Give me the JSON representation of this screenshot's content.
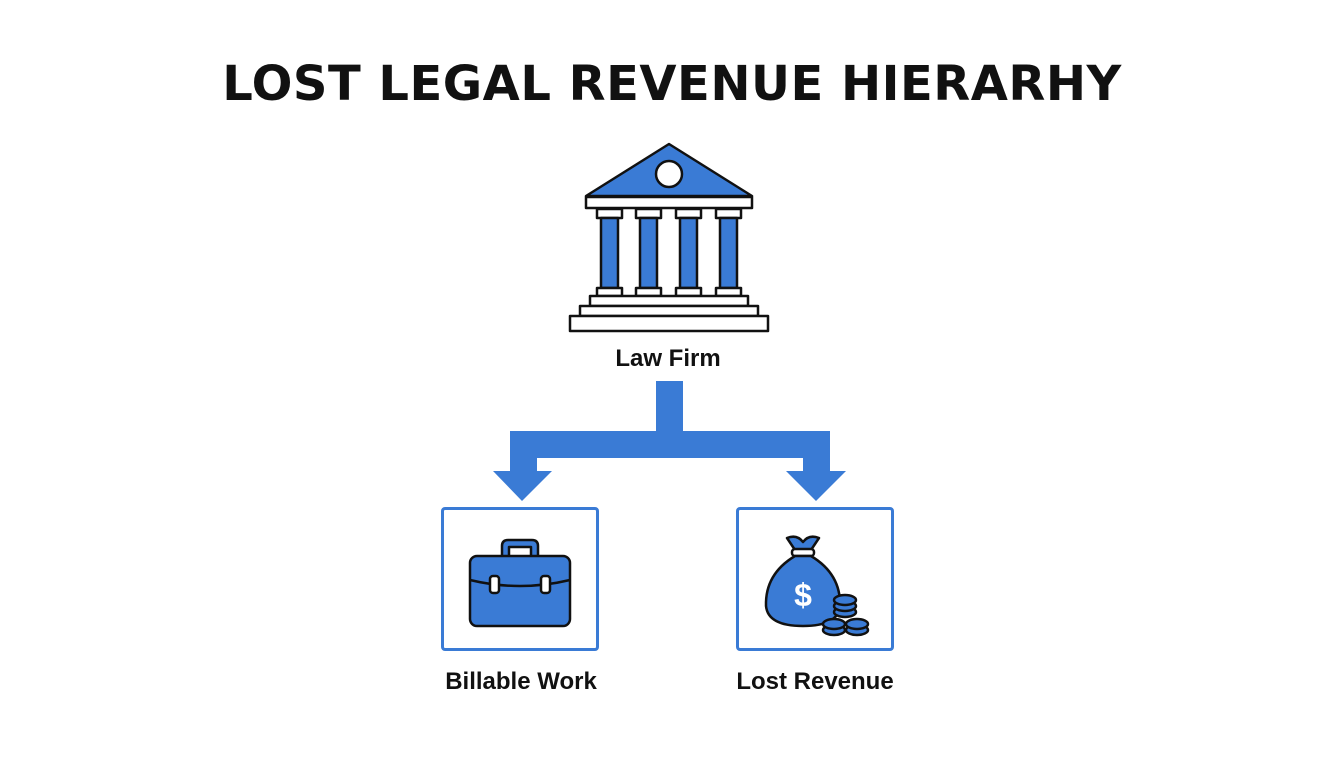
{
  "title": "LOST LEGAL REVENUE HIERARHY",
  "colors": {
    "accent": "#3a7bd5",
    "outline": "#111111",
    "background": "#ffffff"
  },
  "root": {
    "label": "Law Firm",
    "icon": "courthouse-icon"
  },
  "children": [
    {
      "label": "Billable Work",
      "icon": "briefcase-icon"
    },
    {
      "label": "Lost Revenue",
      "icon": "money-bag-icon"
    }
  ],
  "money_symbol": "$"
}
